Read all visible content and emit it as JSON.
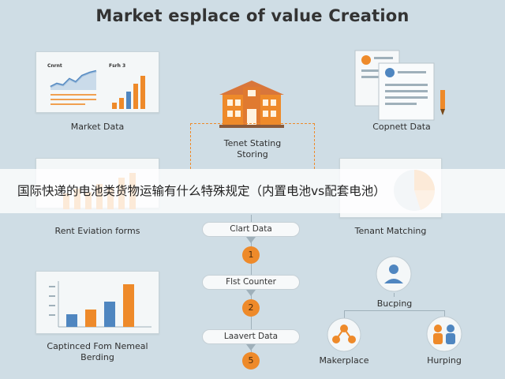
{
  "title": "Market esplace of value Creation",
  "banner": "国际快递的电池类货物运输有什么特殊规定（内置电池vs配套电池）",
  "cards": {
    "market_data": {
      "label": "Market Data",
      "tag_left": "Cnrnt",
      "tag_right": "Fsrh 3"
    },
    "copnett_data": {
      "label": "Copnett Data"
    },
    "tenet_stating": {
      "label_line1": "Tenet Stating",
      "label_line2": "Storing"
    },
    "rent_eviation": {
      "label": "Rent Eviation forms"
    },
    "tenant_matching": {
      "label": "Tenant Matching"
    },
    "captinced": {
      "label_line1": "Captinced Fom Nemeal",
      "label_line2": "Berding"
    },
    "bucping": {
      "label": "Bucping"
    },
    "makerplace": {
      "label": "Makerplace"
    },
    "hurping": {
      "label": "Hurping"
    }
  },
  "flow": {
    "steps": [
      "Clart Data",
      "Flst Counter",
      "Laavert Data"
    ],
    "numbers": [
      "1",
      "2",
      "5"
    ]
  },
  "colors": {
    "background": "#cfdde5",
    "accent_orange": "#ee8a2a",
    "accent_blue": "#4f86c0",
    "card_bg": "#f4f7f8"
  },
  "icons": [
    "line-chart-icon",
    "bar-chart-icon",
    "document-icon",
    "building-icon",
    "person-icon",
    "group-icon",
    "pen-icon"
  ]
}
